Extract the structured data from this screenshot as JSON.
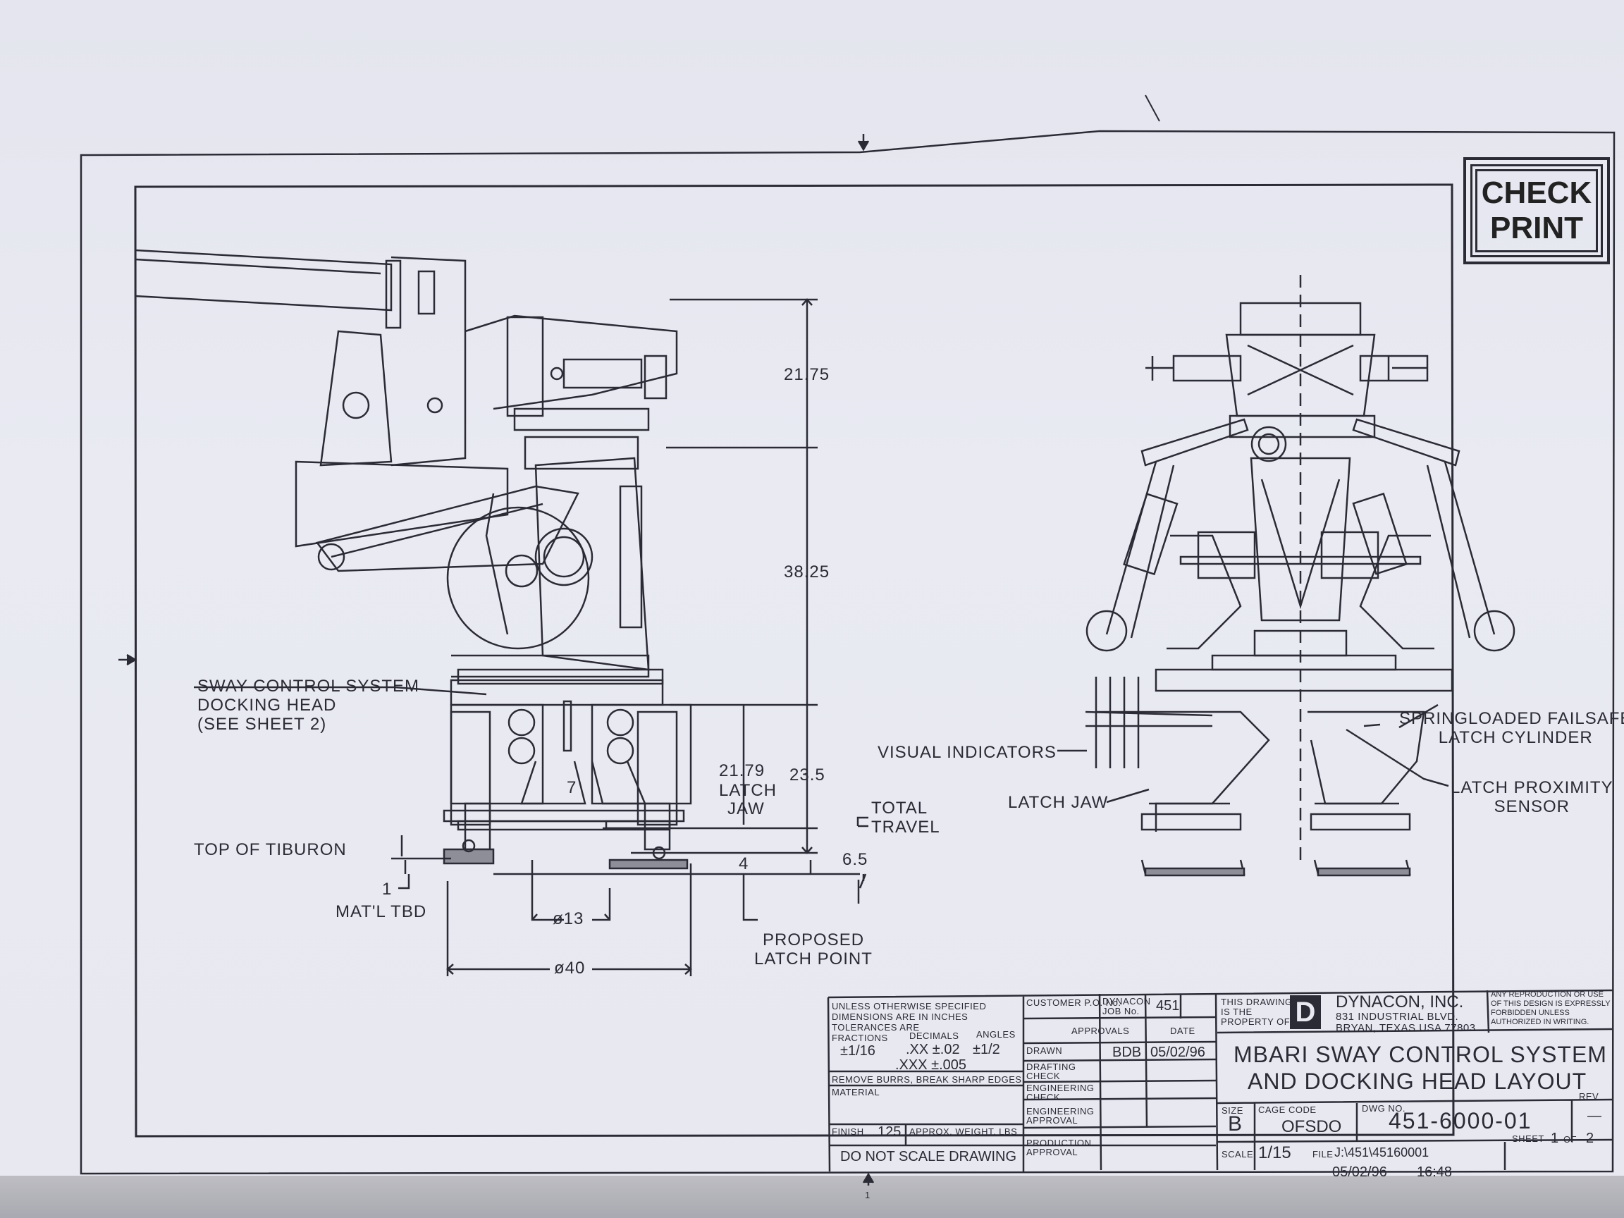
{
  "stamp": {
    "line1": "CHECK",
    "line2": "PRINT"
  },
  "dimensions": {
    "d1": "21.75",
    "d2": "38.25",
    "d3": "23.5",
    "d4": "21.79",
    "d4_note1": "LATCH",
    "d4_note2": "JAW",
    "d5": "6.5",
    "d6": "4",
    "d7": "7",
    "d8": "1",
    "dia1": "ø13",
    "dia2": "ø40"
  },
  "callouts": {
    "sway_head_1": "SWAY CONTROL SYSTEM",
    "sway_head_2": "DOCKING HEAD",
    "sway_head_3": "(SEE SHEET 2)",
    "top_of_tiburon": "TOP OF TIBURON",
    "matl": "MAT'L TBD",
    "total_travel_1": "TOTAL",
    "total_travel_2": "TRAVEL",
    "proposed_1": "PROPOSED",
    "proposed_2": "LATCH POINT",
    "visual_indicators": "VISUAL INDICATORS",
    "latch_jaw": "LATCH JAW",
    "springloaded_1": "SPRINGLOADED FAILSAFE",
    "springloaded_2": "LATCH CYLINDER",
    "latch_prox_1": "LATCH PROXIMITY",
    "latch_prox_2": "SENSOR"
  },
  "title_block": {
    "tol_1": "UNLESS OTHERWISE SPECIFIED",
    "tol_2": "DIMENSIONS ARE IN INCHES",
    "tol_3": "TOLERANCES ARE",
    "tol_fractions": "FRACTIONS",
    "tol_decimals": "DECIMALS",
    "tol_angles": "ANGLES",
    "tol_frac_val": "±1/16",
    "tol_dec_val1": ".XX ±.02",
    "tol_dec_val2": ".XXX ±.005",
    "tol_ang_val": "±1/2",
    "remove_burrs": "REMOVE BURRS, BREAK SHARP EDGES",
    "material": "MATERIAL",
    "finish": "FINISH",
    "finish_val": "125",
    "approx_weight": "APPROX. WEIGHT, LBS",
    "do_not_scale": "DO NOT SCALE DRAWING",
    "customer_po": "CUSTOMER P.O. No.",
    "dynacon_job": "DYNACON JOB No.",
    "job_no": "451",
    "approvals": "APPROVALS",
    "date": "DATE",
    "drawn": "DRAWN",
    "drawn_by": "BDB",
    "drawn_date": "05/02/96",
    "drafting_check": "DRAFTING CHECK",
    "engineering_check": "ENGINEERING CHECK",
    "engineering_approval": "ENGINEERING APPROVAL",
    "production_approval": "PRODUCTION APPROVAL",
    "property_1": "THIS DRAWING",
    "property_2": "IS THE",
    "property_3": "PROPERTY OF",
    "logo_letter": "D",
    "company": "DYNACON, INC.",
    "addr_1": "831 INDUSTRIAL BLVD.",
    "addr_2": "BRYAN, TEXAS USA 77803",
    "repro_1": "ANY REPRODUCTION OR USE",
    "repro_2": "OF THIS DESIGN IS EXPRESSLY",
    "repro_3": "FORBIDDEN UNLESS",
    "repro_4": "AUTHORIZED IN WRITING.",
    "title_1": "MBARI SWAY CONTROL SYSTEM",
    "title_2": "AND DOCKING HEAD LAYOUT",
    "size_label": "SIZE",
    "size_val": "B",
    "cage_label": "CAGE CODE",
    "cage_val": "OFSDO",
    "dwg_label": "DWG NO.",
    "dwg_val": "451-6000-01",
    "rev_label": "REV",
    "rev_val": "—",
    "scale_label": "SCALE",
    "scale_val": "1/15",
    "file_label": "FILE",
    "file_val": "J:\\451\\45160001",
    "sheet_label": "SHEET",
    "sheet_val": "1",
    "sheet_of": "OF",
    "sheet_total": "2",
    "plot_date": "05/02/96",
    "plot_time": "16:48"
  },
  "zone_marker_bottom": "1",
  "colors": {
    "ink": "#2b2b35",
    "paper": "#e7e8f0",
    "shadow": "#bdbdc3"
  }
}
